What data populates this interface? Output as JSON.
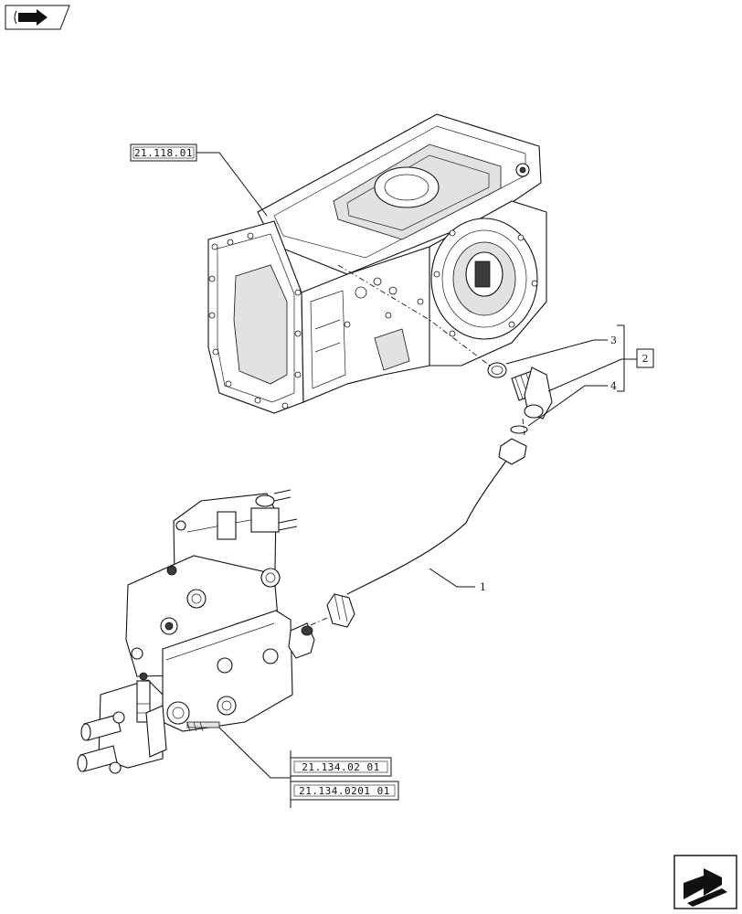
{
  "colors": {
    "ink": "#111111",
    "paper": "#ffffff",
    "shade": "#e2e2e2"
  },
  "icons": {
    "top_left": "book-arrow-icon",
    "bottom_right": "next-page-arrow-icon"
  },
  "references": {
    "transmission_housing": "21.118.01",
    "valve_assembly_a": "21.134.02 01",
    "valve_assembly_b": "21.134.0201 01"
  },
  "callouts": {
    "pipe": "1",
    "elbow_kit": "2",
    "o_ring": "3",
    "seal": "4"
  }
}
